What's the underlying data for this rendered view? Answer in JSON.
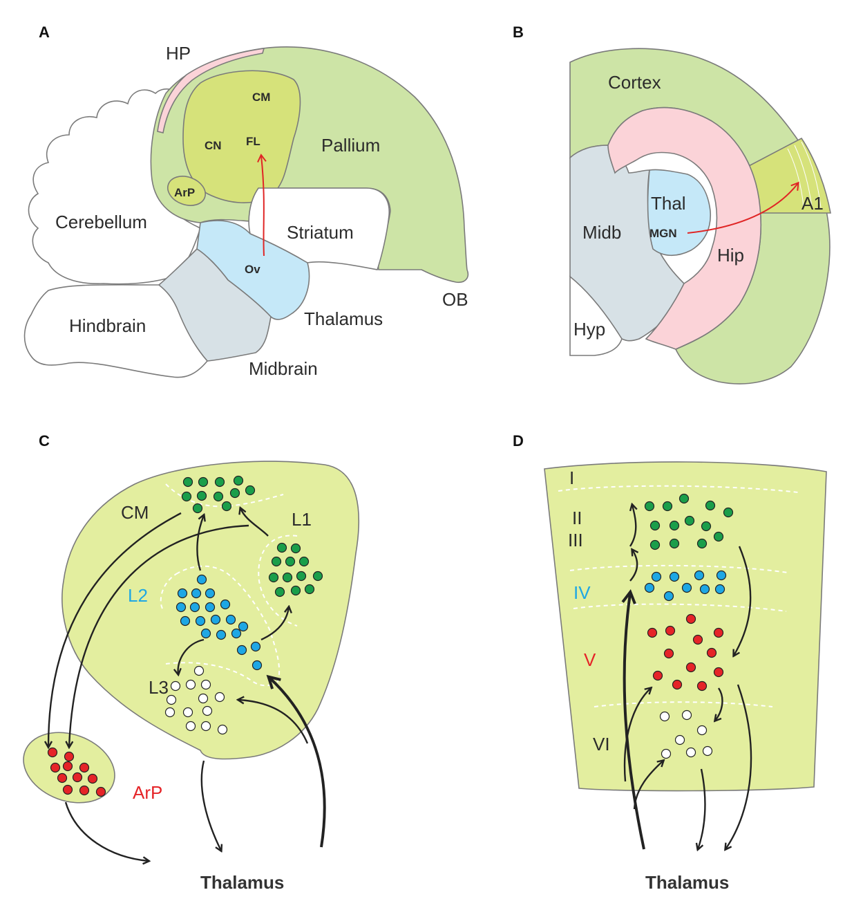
{
  "panels": {
    "A": {
      "letter": "A",
      "labels": {
        "hp": "HP",
        "cm": "CM",
        "cn": "CN",
        "fl": "FL",
        "pallium": "Pallium",
        "arp": "ArP",
        "cerebellum": "Cerebellum",
        "striatum": "Striatum",
        "ov": "Ov",
        "hindbrain": "Hindbrain",
        "thalamus": "Thalamus",
        "midbrain": "Midbrain",
        "ob": "OB"
      }
    },
    "B": {
      "letter": "B",
      "labels": {
        "cortex": "Cortex",
        "thal": "Thal",
        "mgn": "MGN",
        "midb": "Midb",
        "a1": "A1",
        "hip": "Hip",
        "hyp": "Hyp"
      }
    },
    "C": {
      "letter": "C",
      "labels": {
        "cm": "CM",
        "l1": "L1",
        "l2": "L2",
        "l3": "L3",
        "arp": "ArP",
        "thalamus": "Thalamus"
      }
    },
    "D": {
      "letter": "D",
      "labels": {
        "i": "I",
        "ii": "II",
        "iii": "III",
        "iv": "IV",
        "v": "V",
        "vi": "VI",
        "thalamus": "Thalamus"
      }
    }
  },
  "colors": {
    "pallium_green": "#cde4a6",
    "field_l_green": "#d6e27a",
    "c_d_background": "#e3ee9f",
    "pink": "#fbd3d8",
    "thalamus_blue": "#c5e8f8",
    "midbrain_grey": "#d7e1e6",
    "cell_green": "#1a9e4a",
    "cell_blue": "#1ea7e4",
    "cell_red": "#e52428",
    "cell_white": "#ffffff",
    "label_blue": "#1ea7e4",
    "label_red": "#e52428",
    "projection_arrow_red": "#e02525"
  }
}
